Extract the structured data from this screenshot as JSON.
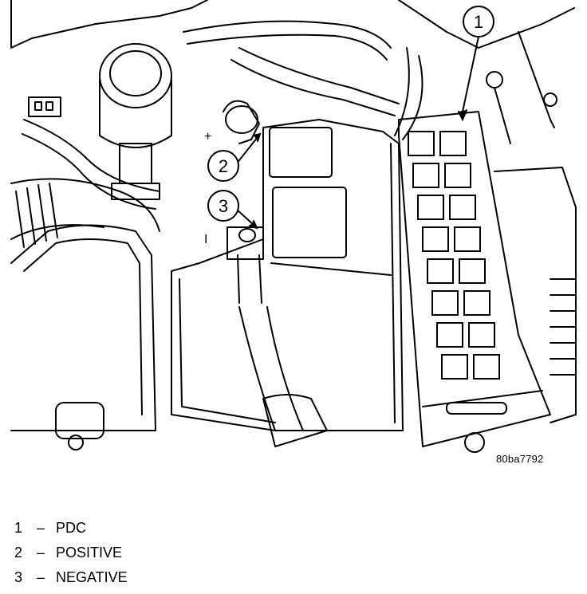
{
  "figure": {
    "code": "80ba7792",
    "callouts": [
      {
        "number": "1"
      },
      {
        "number": "2"
      },
      {
        "number": "3"
      }
    ],
    "signs": {
      "positive": "+",
      "negative": "I"
    }
  },
  "legend": [
    {
      "number": "1",
      "dash": "–",
      "label": "PDC"
    },
    {
      "number": "2",
      "dash": "–",
      "label": "POSITIVE"
    },
    {
      "number": "3",
      "dash": "–",
      "label": "NEGATIVE"
    }
  ]
}
